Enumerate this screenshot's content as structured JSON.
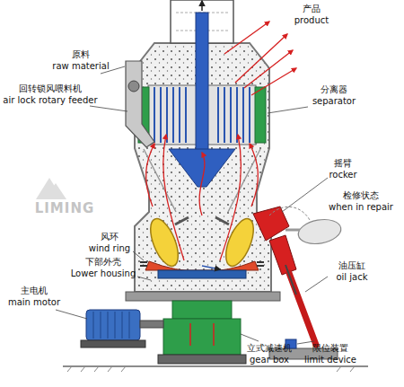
{
  "diagram": {
    "labels": [
      "产品",
      "product",
      "原料",
      "raw material",
      "回转锁风喂料机",
      "air lock rotary feeder",
      "分离器",
      "separator",
      "摇臂",
      "rocker",
      "检修状态",
      "when in repair",
      "风环",
      "wind ring",
      "下部外壳",
      "Lower housing",
      "油压缸",
      "oil jack",
      "主电机",
      "main motor",
      "立式减速机",
      "gear box",
      "限位装置",
      "limit device",
      "LIMING"
    ]
  }
}
